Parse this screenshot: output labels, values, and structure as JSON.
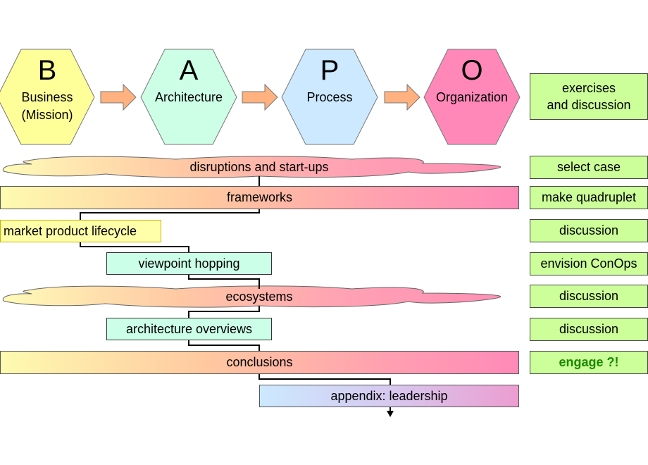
{
  "phases": [
    {
      "letter": "B",
      "label_lines": [
        "Business",
        "(Mission)"
      ],
      "fill": "#ffff99"
    },
    {
      "letter": "A",
      "label_lines": [
        "Architecture"
      ],
      "fill": "#ccffe6"
    },
    {
      "letter": "P",
      "label_lines": [
        "Process"
      ],
      "fill": "#cce9ff"
    },
    {
      "letter": "O",
      "label_lines": [
        "Organization"
      ],
      "fill": "#ff88b8"
    }
  ],
  "flow": {
    "disruptions": "disruptions and start-ups",
    "frameworks": "frameworks",
    "market": "market product lifecycle",
    "viewpoint": "viewpoint hopping",
    "ecosystems": "ecosystems",
    "overviews": "architecture overviews",
    "conclusions": "conclusions",
    "appendix": "appendix: leadership"
  },
  "side": {
    "exercises_lines": [
      "exercises",
      "and discussion"
    ],
    "select_case": "select case",
    "make_quadruplet": "make quadruplet",
    "discussion_1": "discussion",
    "envision": "envision ConOps",
    "discussion_2": "discussion",
    "discussion_3": "discussion",
    "engage": "engage ?!"
  },
  "colors": {
    "arrow_fill": "#ffb27f",
    "connector": "#000000",
    "engage_text": "#1a8a00"
  }
}
